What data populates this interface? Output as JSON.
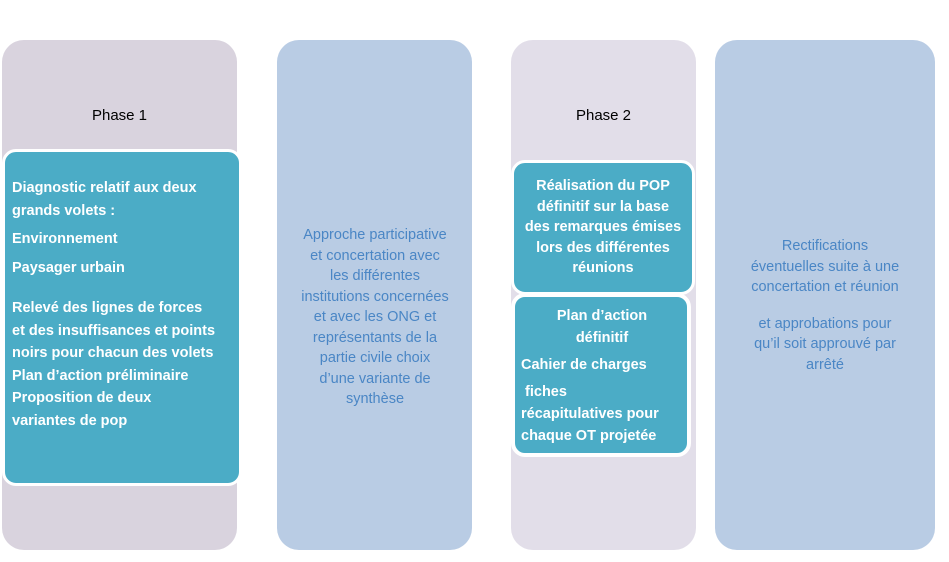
{
  "phase1": {
    "title": "Phase 1",
    "box_lines": [
      "Diagnostic  relatif aux deux",
      "grands volets :",
      "Environnement",
      "Paysager urbain",
      "Relevé des lignes de forces",
      "et des insuffisances et points",
      "noirs pour chacun des volets",
      "Plan d’action préliminaire",
      "Proposition de deux",
      "variantes de pop"
    ]
  },
  "column2": {
    "lines": [
      "Approche participative",
      "et concertation avec",
      "les différentes",
      "institutions concernées",
      "et avec les ONG et",
      "représentants de la",
      "partie civile choix",
      "d’une variante de",
      "synthèse"
    ]
  },
  "phase2": {
    "title": "Phase 2",
    "box_top_lines": [
      "Réalisation du POP",
      "définitif sur la base",
      "des remarques émises",
      "lors des différentes",
      "réunions"
    ],
    "box_bottom_lines": [
      "Plan d’action",
      "définitif",
      "Cahier de charges",
      " fiches",
      "récapitulatives pour",
      "chaque OT projetée"
    ]
  },
  "column4": {
    "lines": [
      "Rectifications",
      "éventuelles suite à une",
      "concertation  et réunion",
      "et approbations pour",
      "qu’il soit approuvé par",
      "arrêté"
    ]
  },
  "colors": {
    "box": "#4bacc6",
    "column_purple": "#d9d3de",
    "column_blue": "#b9cce4",
    "column_lavender": "#e2dee9",
    "text_blue": "#4a86c5"
  }
}
